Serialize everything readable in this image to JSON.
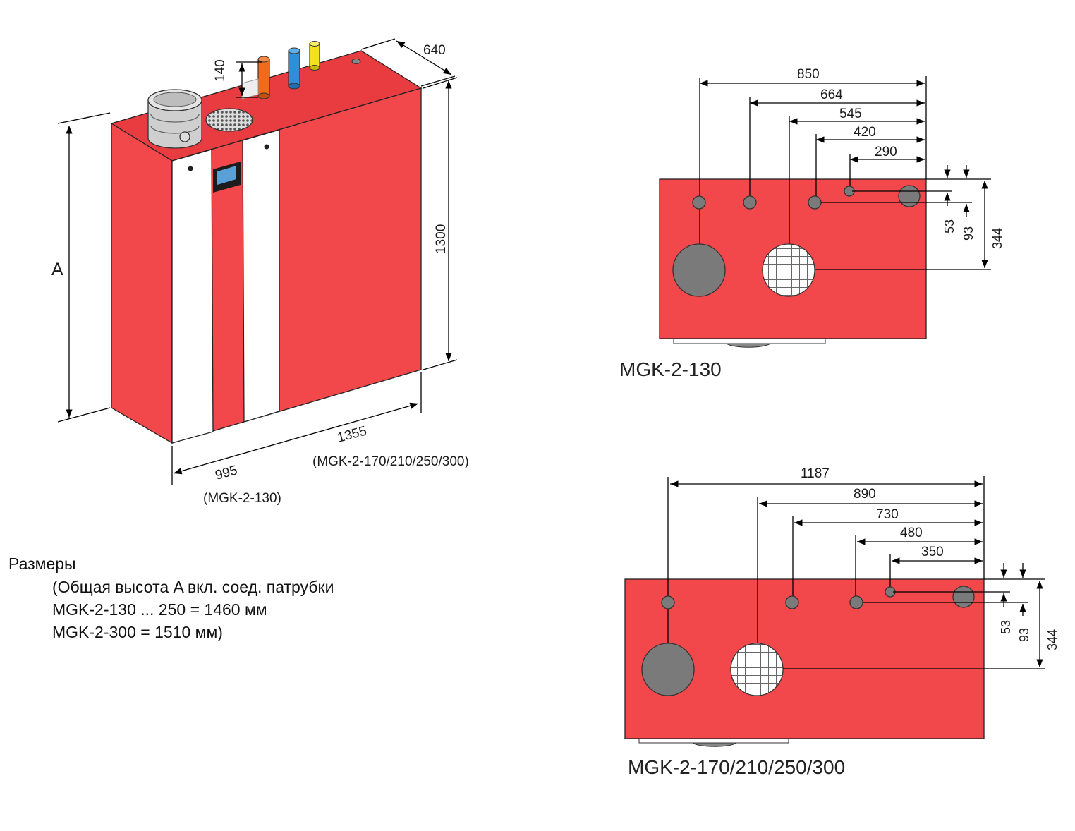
{
  "iso": {
    "width_label": "995",
    "width_sub": "(MGK-2-130)",
    "width_large_label": "1355",
    "width_large_sub": "(MGK-2-170/210/250/300)",
    "depth_label": "640",
    "height_label": "1300",
    "total_height_label": "A",
    "pipe_height_label": "140"
  },
  "notes": {
    "title": "Размеры",
    "line1": "(Общая высота A вкл. соед. патрубки",
    "line2": "MGK-2-130 ... 250 = 1460 мм",
    "line3": "MGK-2-300 = 1510 мм)"
  },
  "top_view_small": {
    "caption": "MGK-2-130",
    "dims": [
      "850",
      "664",
      "545",
      "420",
      "290"
    ],
    "side_dims": [
      "53",
      "93",
      "344"
    ]
  },
  "top_view_large": {
    "caption": "MGK-2-170/210/250/300",
    "dims": [
      "1187",
      "890",
      "730",
      "480",
      "350"
    ],
    "side_dims": [
      "53",
      "93",
      "344"
    ]
  },
  "colors": {
    "body": "#f2484b",
    "pipe": "#7a7a7a",
    "pipe_orange": "#f26a1b",
    "pipe_blue": "#2e8fd6",
    "pipe_yellow": "#f2e21b"
  }
}
